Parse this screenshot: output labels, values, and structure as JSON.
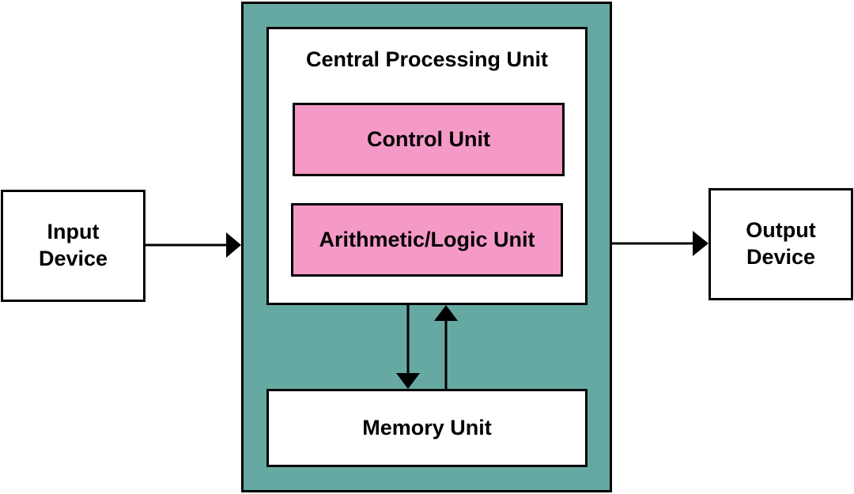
{
  "diagram": {
    "input_device": {
      "label": "Input\nDevice"
    },
    "output_device": {
      "label": "Output\nDevice"
    },
    "cpu": {
      "title": "Central Processing Unit",
      "control_unit": "Control Unit",
      "alu": "Arithmetic/Logic Unit"
    },
    "memory_unit": "Memory Unit"
  },
  "colors": {
    "cpu_background": "#66a9a2",
    "unit_fill": "#f59ac7",
    "box_fill": "#ffffff",
    "stroke": "#000000"
  }
}
